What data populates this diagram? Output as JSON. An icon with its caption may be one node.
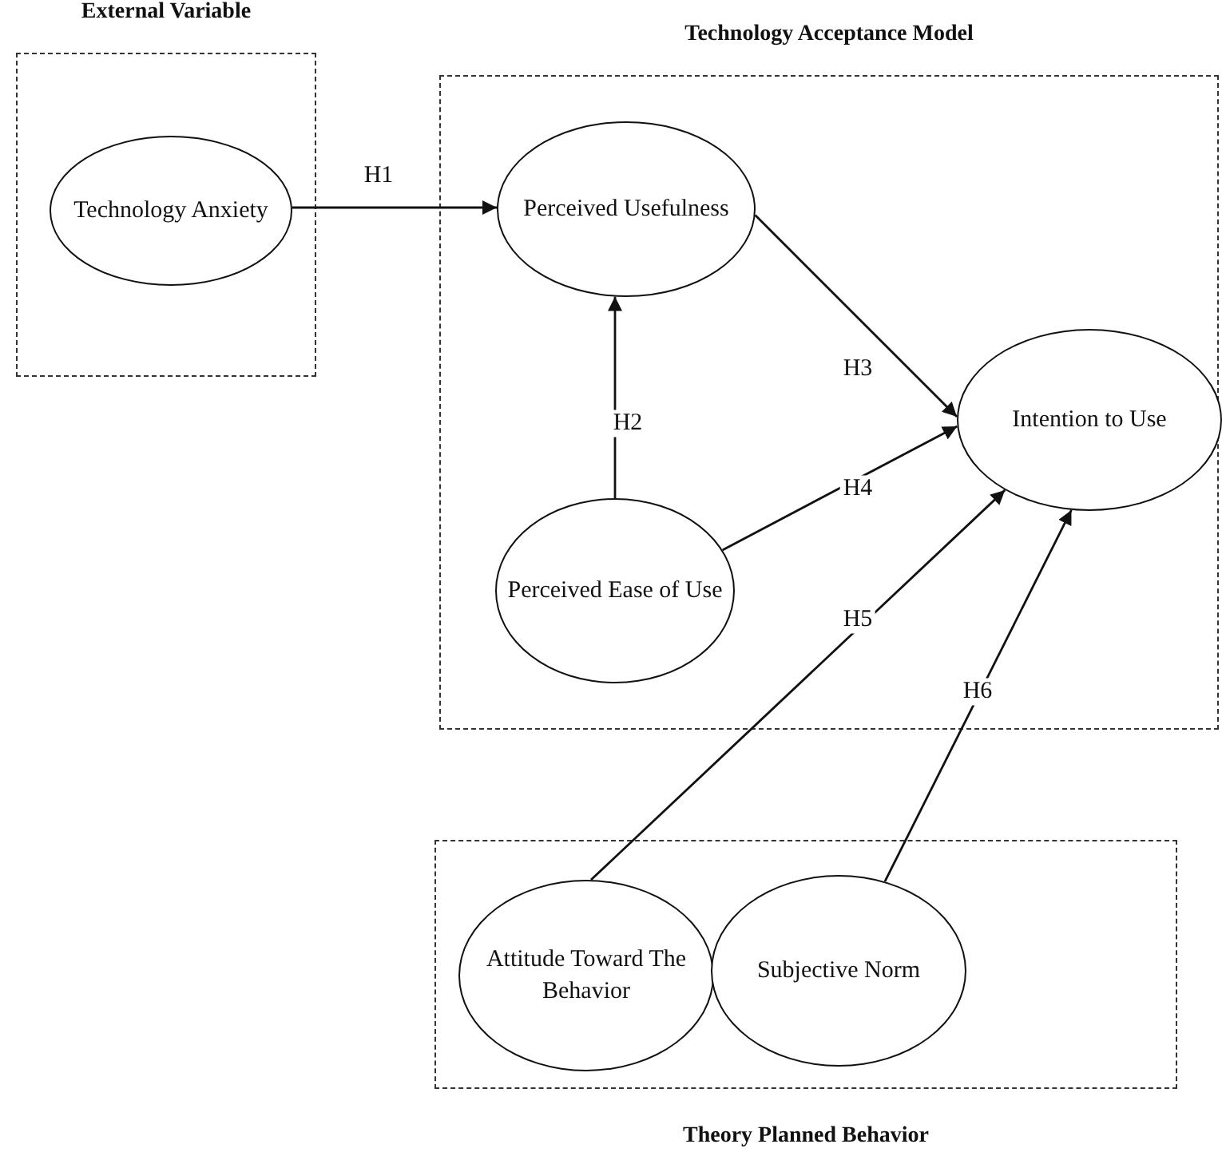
{
  "diagram": {
    "nodes": [
      {
        "text": [
          "External Variable"
        ]
      },
      {
        "text": [
          "Technology Anxiety"
        ],
        "in": 0
      },
      {
        "text": [
          "Technology Acceptance Model"
        ]
      },
      {
        "text": [
          "Perceived Usefulness"
        ],
        "in": 2
      },
      {
        "text": [
          "Perceived Ease of Use"
        ],
        "in": 2
      },
      {
        "text": [
          "Intention to Use"
        ],
        "in": 2
      },
      {
        "text": [
          "Theory Planned Behavior"
        ]
      },
      {
        "text": [
          "Attitude Toward The Behavior"
        ],
        "in": 6
      },
      {
        "text": [
          "Subjective Norm"
        ],
        "in": 6
      }
    ],
    "edges": [
      {
        "from": 1,
        "to": 3,
        "arrow": "to",
        "label": "H1"
      },
      {
        "from": 4,
        "to": 3,
        "arrow": "to",
        "label": "H2"
      },
      {
        "from": 3,
        "to": 5,
        "arrow": "to",
        "label": "H3"
      },
      {
        "from": 4,
        "to": 5,
        "arrow": "to",
        "label": "H4"
      },
      {
        "from": 7,
        "to": 5,
        "arrow": "to",
        "label": "H5"
      },
      {
        "from": 8,
        "to": 5,
        "arrow": "to",
        "label": "H6"
      }
    ]
  }
}
